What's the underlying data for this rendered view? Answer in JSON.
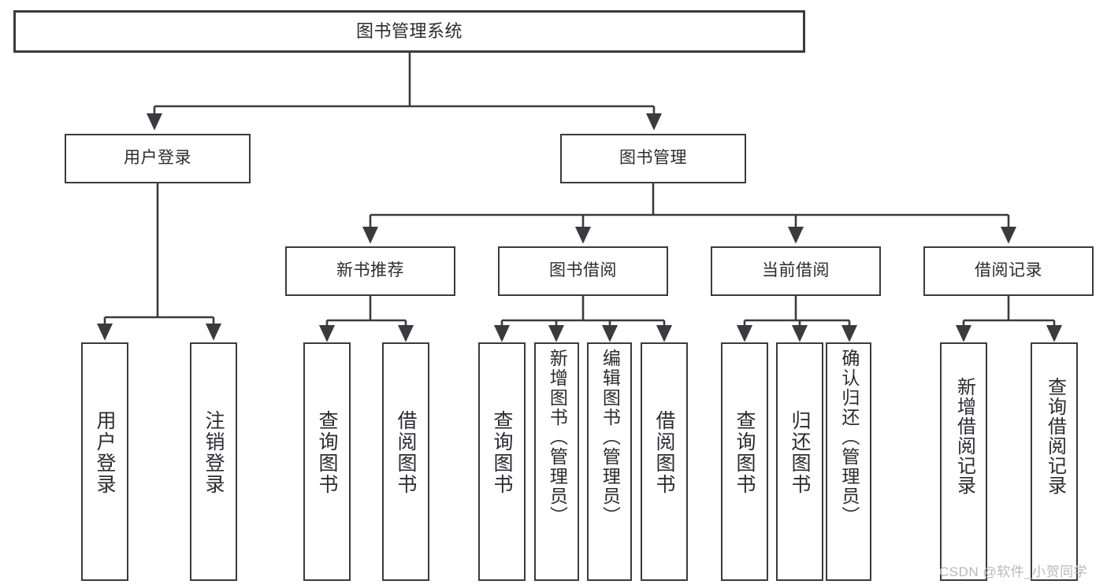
{
  "diagram": {
    "title": "图书管理系统",
    "type": "功能结构图",
    "stroke_color": "#3b3b3f",
    "text_color": "#2c2c30",
    "background_color": "#ffffff"
  },
  "nodes": {
    "root": {
      "label": "图书管理系统"
    },
    "level2": [
      {
        "label": "用户登录"
      },
      {
        "label": "图书管理"
      }
    ],
    "level3": [
      {
        "label": "新书推荐"
      },
      {
        "label": "图书借阅"
      },
      {
        "label": "当前借阅"
      },
      {
        "label": "借阅记录"
      }
    ],
    "leaves": {
      "user_login": [
        {
          "label": "用户登录"
        },
        {
          "label": "注销登录"
        }
      ],
      "new_book_recommend": [
        {
          "label": "查询图书"
        },
        {
          "label": "借阅图书"
        }
      ],
      "book_borrow": [
        {
          "label": "查询图书"
        },
        {
          "label": "新增图书（管理员）"
        },
        {
          "label": "编辑图书（管理员）"
        },
        {
          "label": "借阅图书"
        }
      ],
      "current_borrow": [
        {
          "label": "查询图书"
        },
        {
          "label": "归还图书"
        },
        {
          "label": "确认归还（管理员）"
        }
      ],
      "borrow_record": [
        {
          "label": "新增借阅记录"
        },
        {
          "label": "查询借阅记录"
        }
      ]
    }
  },
  "watermark": {
    "text": "CSDN @软件_小贺同学"
  }
}
